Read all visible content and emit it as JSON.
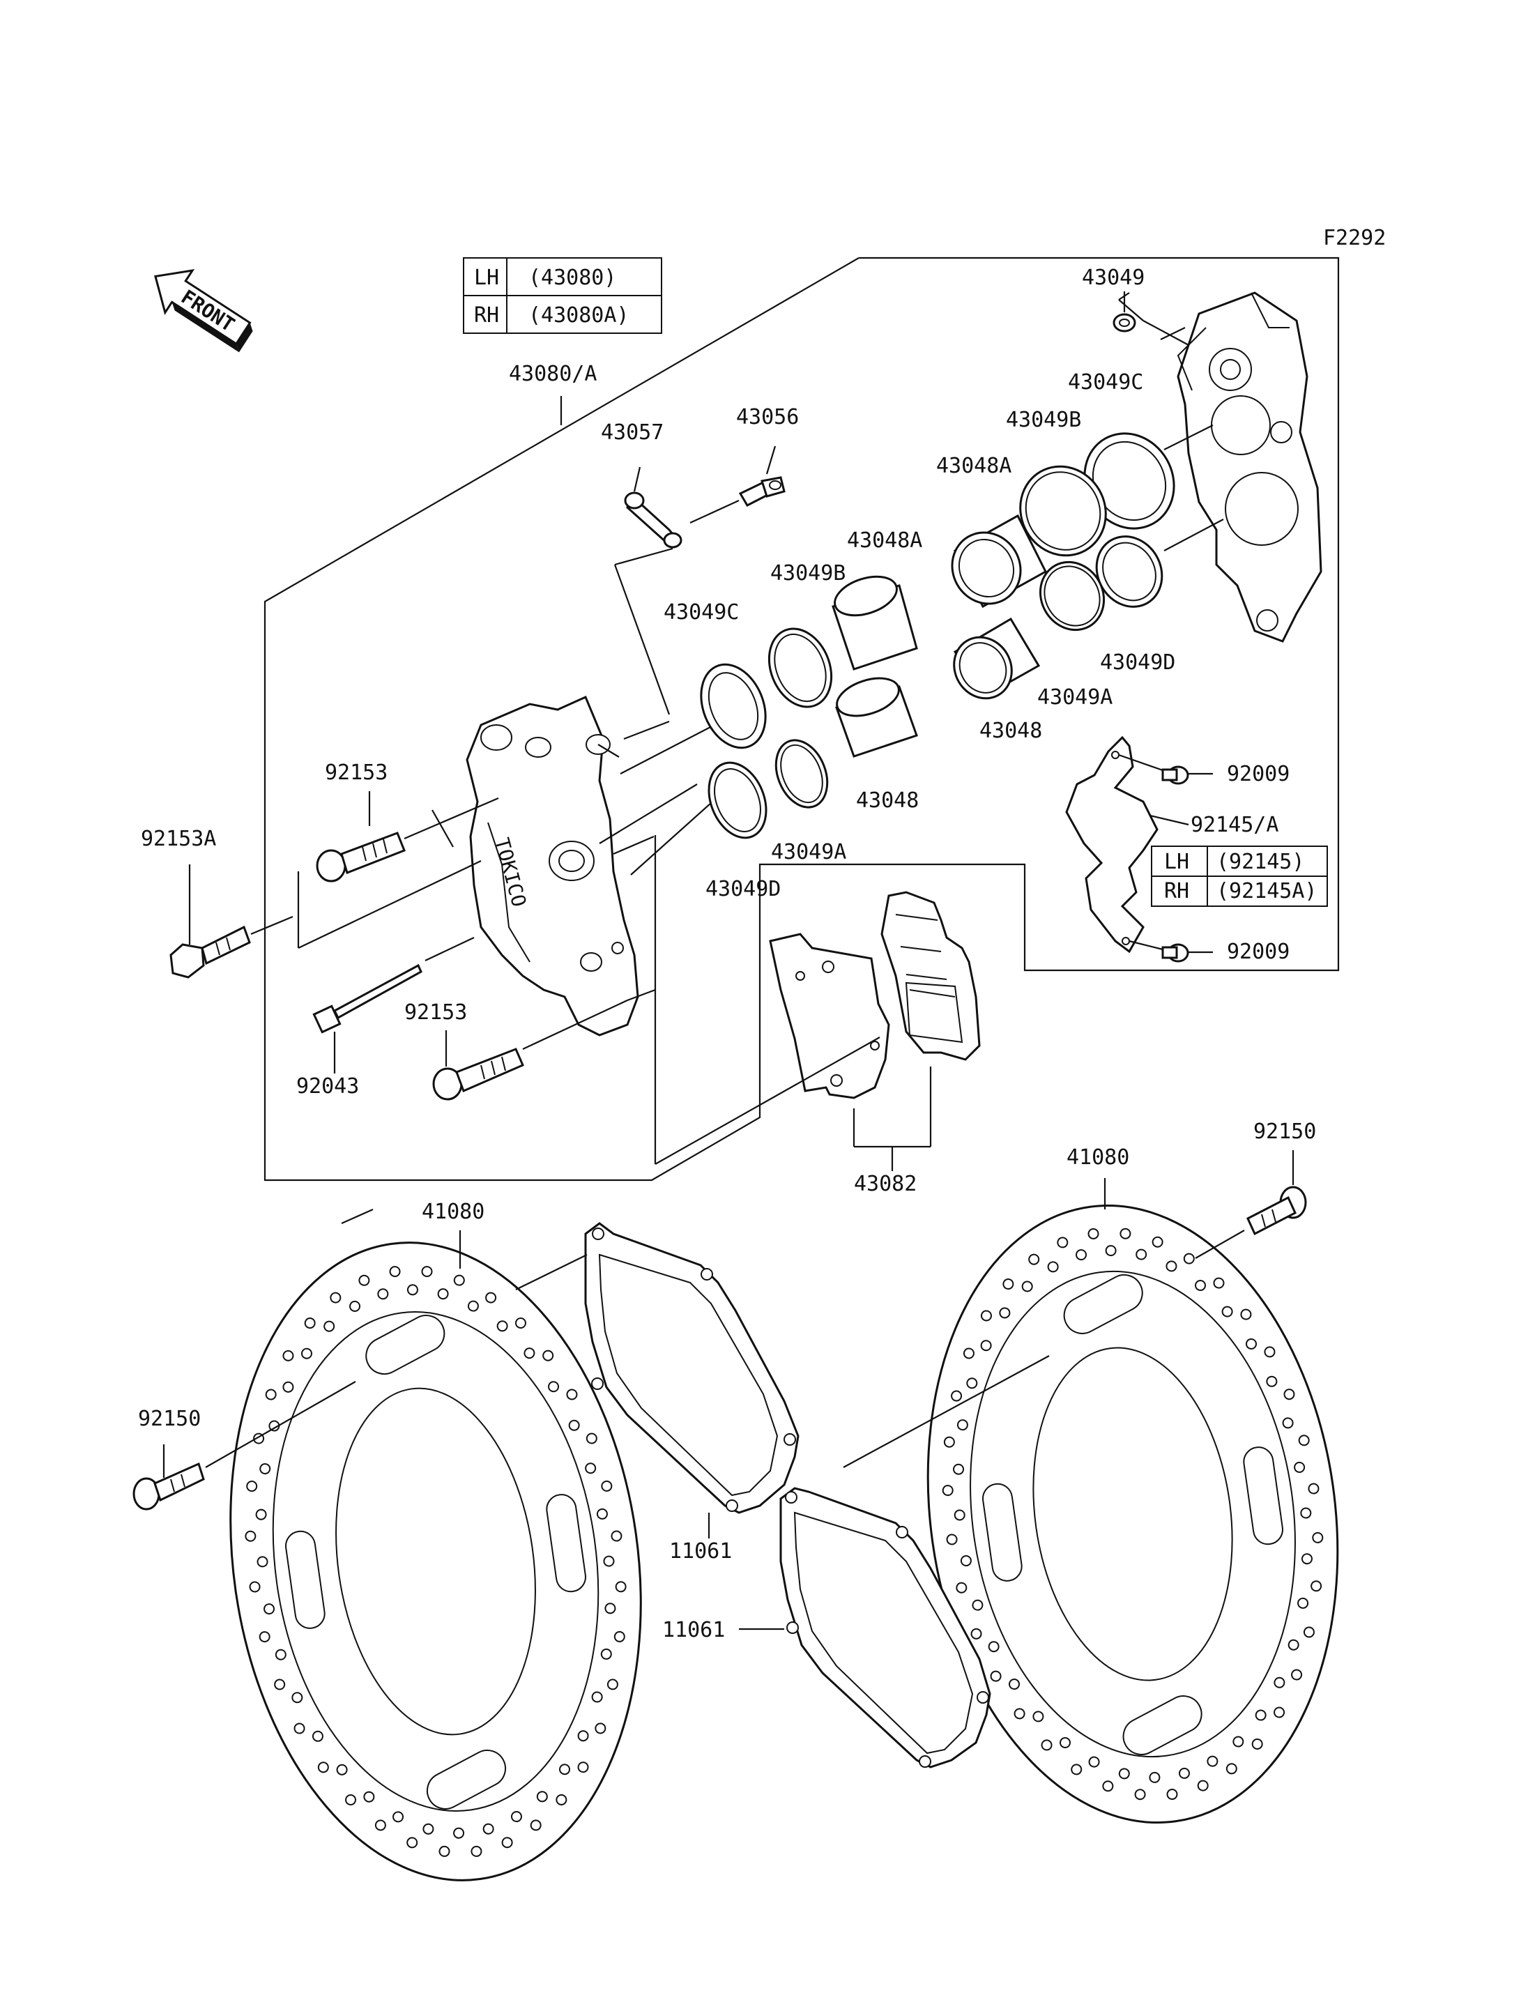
{
  "diagram_code": "F2292",
  "front_arrow_label": "FRONT",
  "caliper_table": {
    "rows": [
      {
        "side": "LH",
        "part": "(43080)"
      },
      {
        "side": "RH",
        "part": "(43080A)"
      }
    ]
  },
  "bracket_table": {
    "rows": [
      {
        "side": "LH",
        "part": "(92145)"
      },
      {
        "side": "RH",
        "part": "(92145A)"
      }
    ]
  },
  "callouts": {
    "caliper_assy": "43080/A",
    "bleeder_cap": "43057",
    "bleeder_valve": "43056",
    "plug_right": "43049",
    "seal_c_right": "43049C",
    "seal_b_right": "43049B",
    "piston_a_right": "43048A",
    "seal_d_right": "43049D",
    "seal_a_right": "43049A",
    "piston_right": "43048",
    "piston_a_left": "43048A",
    "seal_b_left": "43049B",
    "seal_c_left": "43049C",
    "piston_left": "43048",
    "seal_a_left": "43049A",
    "seal_d_left": "43049D",
    "bolt_top": "92153",
    "bolt_flange": "92153A",
    "bolt_bottom": "92153",
    "pin": "92043",
    "screw_top": "92009",
    "bracket": "92145/A",
    "screw_bottom": "92009",
    "pads": "43082",
    "disc_right": "41080",
    "disc_left": "41080",
    "disc_bolt_right": "92150",
    "disc_bolt_left": "92150",
    "shim_left": "11061",
    "shim_right": "11061"
  }
}
